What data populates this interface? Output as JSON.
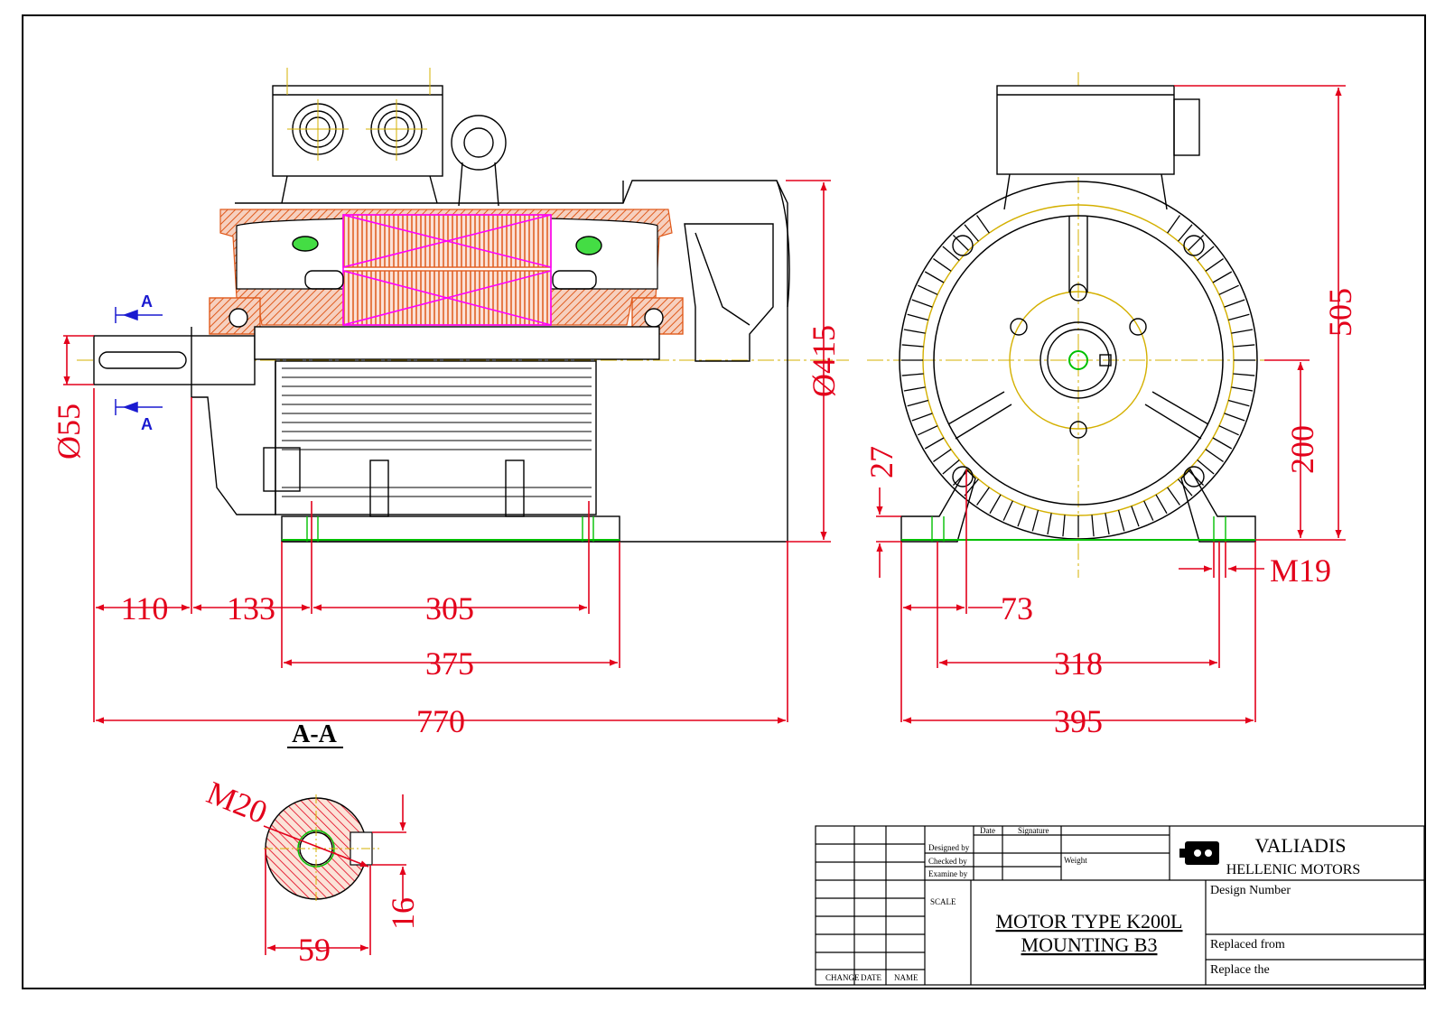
{
  "drawing": {
    "section_label": "A-A",
    "section_arrow_label": "A",
    "dimensions": {
      "shaft_diameter": "Ø55",
      "frame_diameter": "Ø415",
      "height": "505",
      "shaft_height": "200",
      "foot_height": "27",
      "shaft_length": "110",
      "shoulder_to_foot": "133",
      "foot_hole_spacing": "305",
      "foot_length": "375",
      "overall_length": "770",
      "foot_width": "73",
      "hole_spacing_front": "318",
      "overall_width": "395",
      "mounting_bolt": "M19",
      "key_thread": "M20",
      "section_width": "59",
      "key_width": "16"
    }
  },
  "title_block": {
    "rev_columns": [
      "CHANGE",
      "DATE",
      "NAME"
    ],
    "sig_headers": [
      "Date",
      "Signature"
    ],
    "sig_rows": [
      "Designed by",
      "Checked by",
      "Examine by"
    ],
    "weight_label": "Weight",
    "scale_label": "SCALE",
    "company_name": "VALIADIS",
    "company_sub": "HELLENIC MOTORS",
    "title_line1": "MOTOR TYPE K200L",
    "title_line2": "MOUNTING  B3",
    "design_number_label": "Design Number",
    "replaced_from_label": "Replaced from",
    "replace_the_label": "Replace the"
  },
  "colors": {
    "dimension": "#e3001b",
    "outline": "#000000",
    "section_fill": "#e05a1c",
    "winding": "#ff00ff",
    "centerline": "#d4b000",
    "highlight": "#00c000",
    "section_arrow": "#1a1ad0"
  }
}
